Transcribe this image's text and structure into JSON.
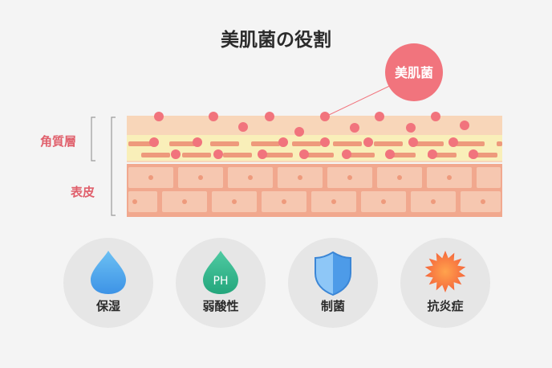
{
  "title": "美肌菌の役割",
  "bubble_label": "美肌菌",
  "layers": {
    "stratum_corneum": "角質層",
    "epidermis": "表皮"
  },
  "features": [
    {
      "label": "保湿",
      "icon": "water-drop-icon"
    },
    {
      "label": "弱酸性",
      "icon": "ph-drop-icon",
      "icon_text": "PH"
    },
    {
      "label": "制菌",
      "icon": "shield-icon"
    },
    {
      "label": "抗炎症",
      "icon": "starburst-icon"
    }
  ],
  "colors": {
    "bacteria": "#f1747d",
    "corneum_bg": "#f8d6b9",
    "corneum_band": "#f9efb9",
    "corneum_bar": "#ee9a7c",
    "epidermis_bg": "#f1a88e",
    "cell": "#f6c7b0",
    "accent": "#e0606c"
  }
}
